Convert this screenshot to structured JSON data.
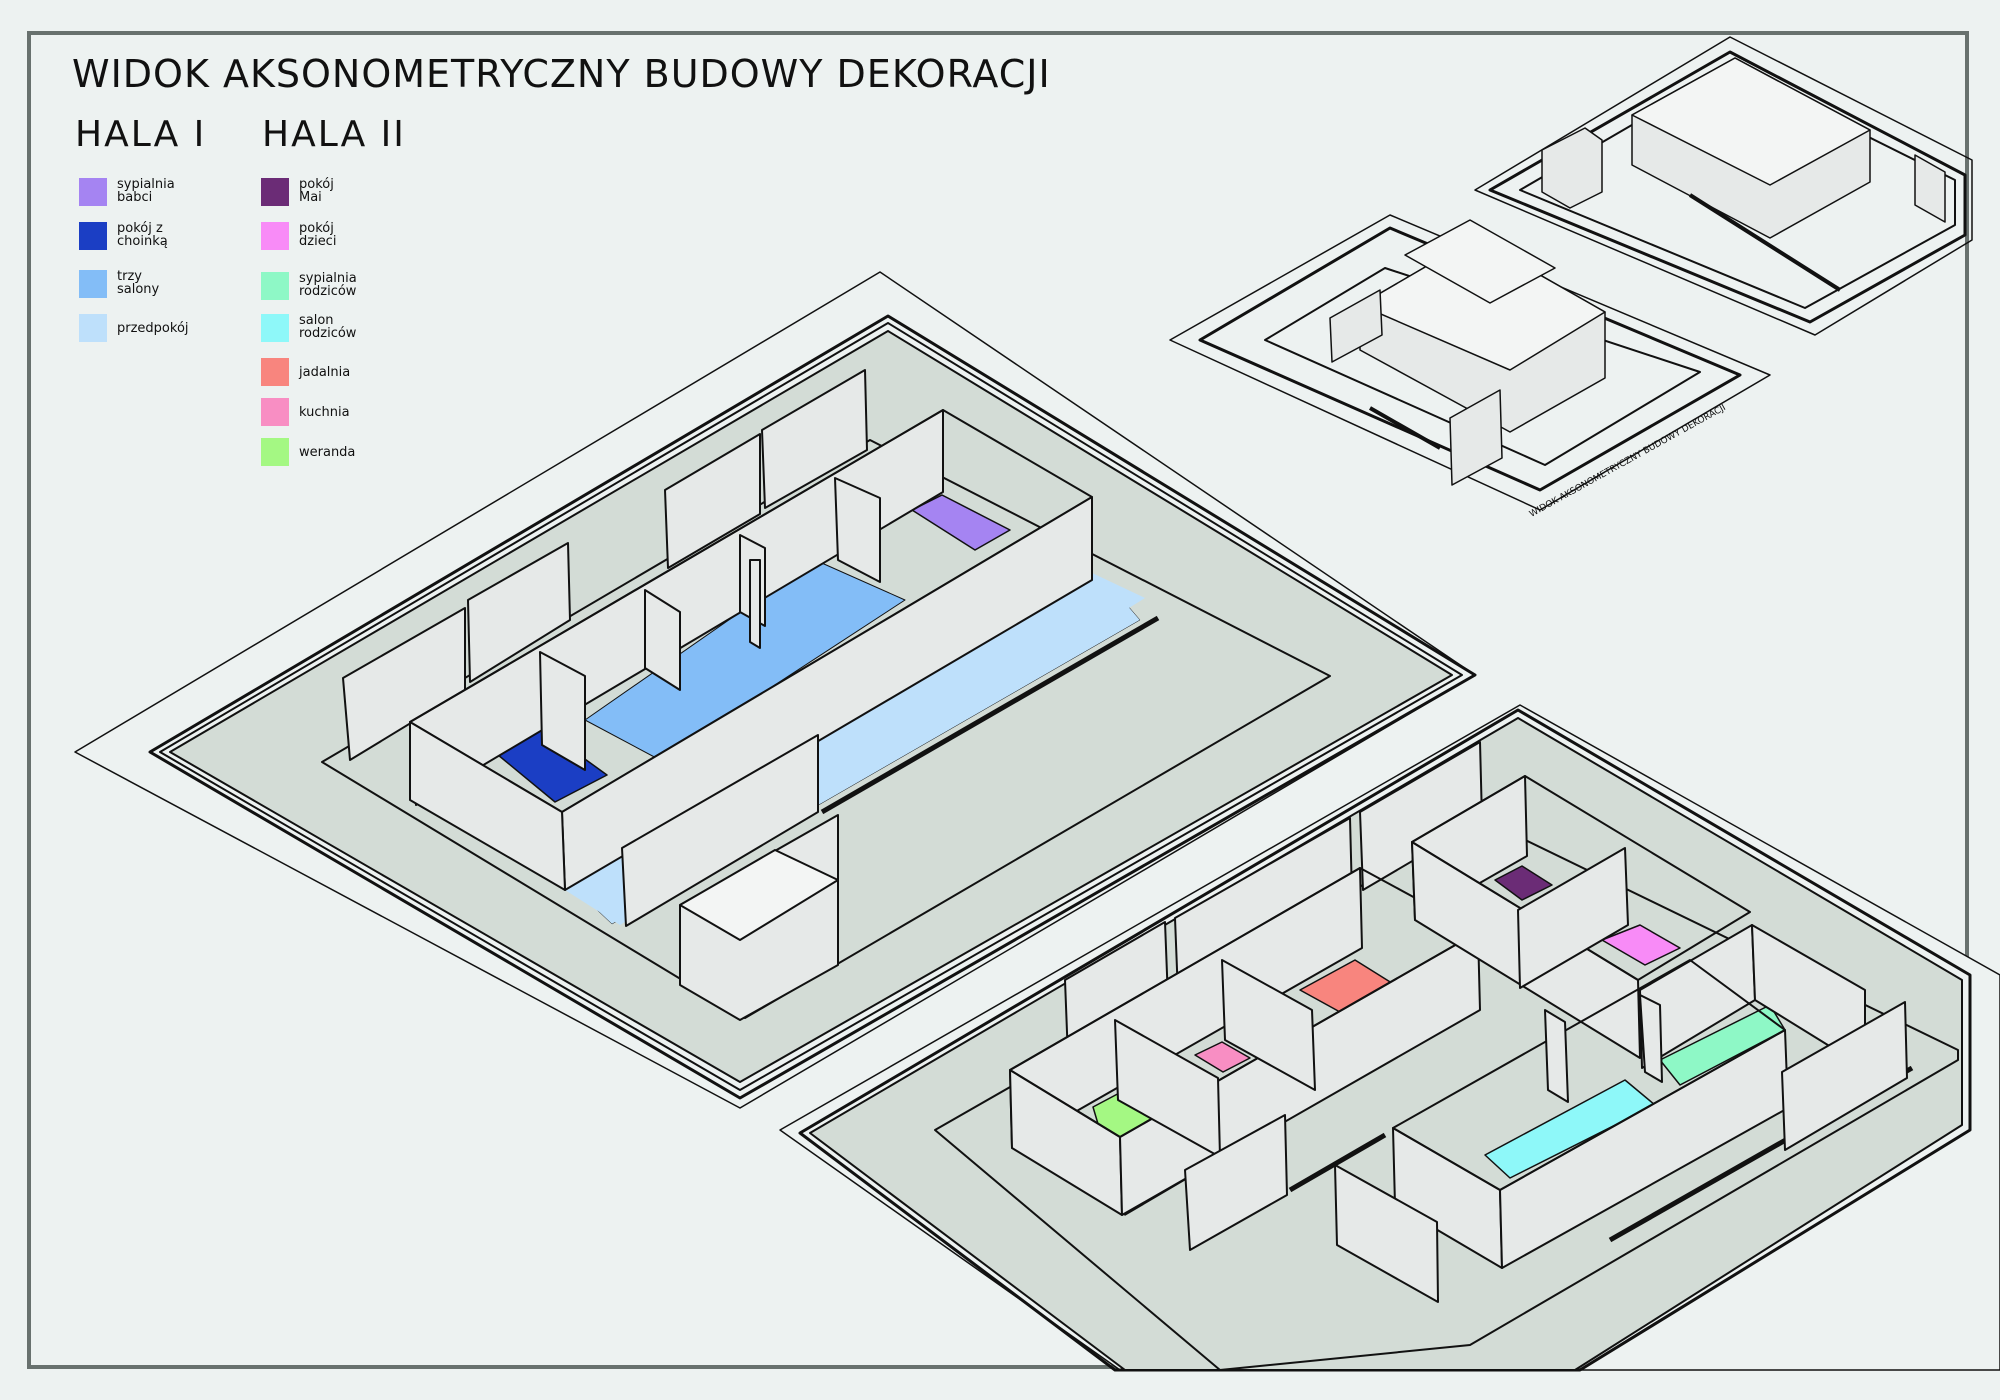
{
  "title": "WIDOK AKSONOMETRYCZNY BUDOWY DEKORACJI",
  "legend": {
    "hall_1": {
      "heading": "HALA I",
      "items": [
        {
          "label": "sypialnia\nbabci",
          "color": "#a584f2"
        },
        {
          "label": "pokój z\nchoinką",
          "color": "#1b3ec4"
        },
        {
          "label": "trzy\nsalony",
          "color": "#83bdf7"
        },
        {
          "label": "przedpokój",
          "color": "#bee0fb"
        }
      ]
    },
    "hall_2": {
      "heading": "HALA II",
      "items": [
        {
          "label": "pokój\nMai",
          "color": "#6b2c76"
        },
        {
          "label": "pokój\ndzieci",
          "color": "#f88bf7"
        },
        {
          "label": "sypialnia\nrodziców",
          "color": "#8ef8c6"
        },
        {
          "label": "salon\nrodziców",
          "color": "#8ef8f9"
        },
        {
          "label": "jadalnia",
          "color": "#f8857e"
        },
        {
          "label": "kuchnia",
          "color": "#f88ec3"
        },
        {
          "label": "weranda",
          "color": "#a4f883"
        }
      ]
    }
  },
  "inset_caption": "WIDOK AKSONOMETRYCZNY BUDOWY DEKORACJI",
  "colors": {
    "background": "#edf2f1",
    "stage_floor": "#d3dcd6",
    "wall_face": "#e6e9e8",
    "wall_top": "#f3f5f4",
    "outline": "#111111",
    "frame": "#68716e"
  }
}
